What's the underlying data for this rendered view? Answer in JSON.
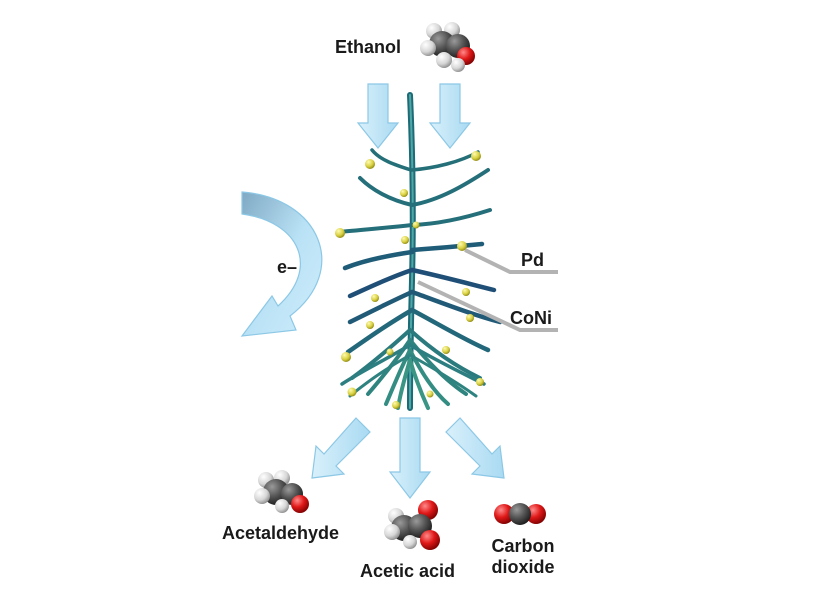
{
  "labels": {
    "reactant": "Ethanol",
    "electron": "e–",
    "catalyst_tip": "Pd",
    "catalyst_body": "CoNi",
    "product1": "Acetaldehyde",
    "product2": "Acetic acid",
    "product3_line1": "Carbon",
    "product3_line2": "dioxide"
  },
  "colors": {
    "arrow_fill": "#bfe6f8",
    "arrow_stroke": "#8cc8e6",
    "stem": "#1e6b78",
    "pd_dot": "#d8d040",
    "carbon_atom": "#555555",
    "hydrogen_atom": "#e8e8e8",
    "oxygen_atom": "#e01818",
    "leader_line": "#b3b3b3"
  },
  "icons": {
    "reactant_molecule": "ethanol-molecule-icon",
    "product1_molecule": "acetaldehyde-molecule-icon",
    "product2_molecule": "acetic-acid-molecule-icon",
    "product3_molecule": "carbon-dioxide-molecule-icon"
  }
}
